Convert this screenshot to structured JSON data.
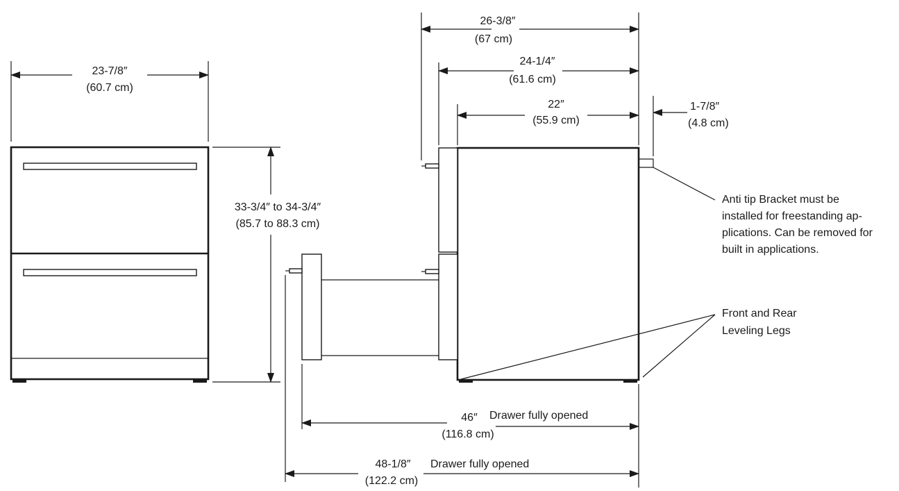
{
  "front_view": {
    "width_in": "23-7/8″",
    "width_cm": "(60.7 cm)",
    "height_in": "33-3/4″ to 34-3/4″",
    "height_cm": "(85.7 to 88.3 cm)"
  },
  "side_view": {
    "overall_depth_in": "26-3/8″",
    "overall_depth_cm": "(67 cm)",
    "depth_door_in": "24-1/4″",
    "depth_door_cm": "(61.6 cm)",
    "cabinet_depth_in": "22″",
    "cabinet_depth_cm": "(55.9 cm)",
    "bracket_in": "1-7/8″",
    "bracket_cm": "(4.8 cm)",
    "open_depth_in": "46″",
    "open_depth_cm": "(116.8 cm)",
    "open_depth_note": "Drawer fully opened",
    "open_handle_in": "48-1/8″",
    "open_handle_cm": "(122.2 cm)",
    "open_handle_note": "Drawer fully opened"
  },
  "callouts": {
    "bracket_lines": [
      "Anti tip Bracket must be",
      "installed for freestanding ap-",
      "plications. Can be removed for",
      "built in applications."
    ],
    "legs_lines": [
      "Front and Rear",
      "Leveling Legs"
    ]
  }
}
